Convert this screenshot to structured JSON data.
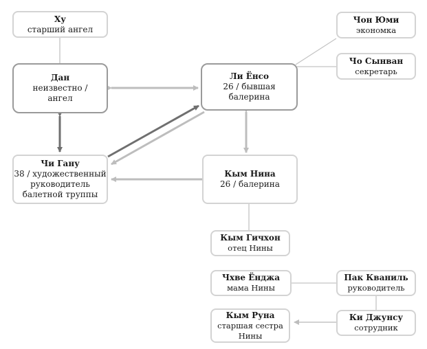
{
  "nodes": {
    "hu": {
      "name": "Ху",
      "desc": [
        "старший ангел"
      ]
    },
    "dan": {
      "name": "Дан",
      "desc": [
        "неизвестно /",
        "ангел"
      ]
    },
    "li_yonso": {
      "name": "Ли Ёнсо",
      "desc": [
        "26 / бывшая",
        "балерина"
      ]
    },
    "chon_yumi": {
      "name": "Чон Юми",
      "desc": [
        "экономка"
      ]
    },
    "cho_synvan": {
      "name": "Чо Сынван",
      "desc": [
        "секретарь"
      ]
    },
    "chi_ganu": {
      "name": "Чи Гану",
      "desc": [
        "38 / художественный",
        "руководитель",
        "балетной труппы"
      ]
    },
    "kym_nina": {
      "name": "Кым Нина",
      "desc": [
        "26 / балерина"
      ]
    },
    "kym_gichkhon": {
      "name": "Кым Гичхон",
      "desc": [
        "отец Нины"
      ]
    },
    "chkhve_yondzha": {
      "name": "Чхве Ёнджа",
      "desc": [
        "мама Нины"
      ]
    },
    "pak_kvanil": {
      "name": "Пак Кваниль",
      "desc": [
        "руководитель"
      ]
    },
    "kym_runa": {
      "name": "Кым Руна",
      "desc": [
        "старшая сестра",
        "Нины"
      ]
    },
    "ki_dzhunsu": {
      "name": "Ки Джунсу",
      "desc": [
        "сотрудник"
      ]
    }
  },
  "colors": {
    "dark_arrow": "#6f6f6f",
    "light_arrow": "#bdbdbd",
    "line": "#c4c4c4",
    "box_border": "#d3d3d3",
    "major_border": "#9a9a9a"
  }
}
